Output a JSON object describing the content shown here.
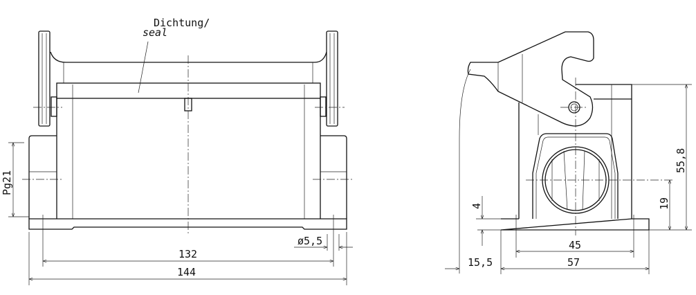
{
  "labels": {
    "seal_de": "Dichtung/",
    "seal_en": "seal",
    "thread": "Pg21",
    "hole_dia": "ø5,5",
    "width_holes": "132",
    "width_total": "144",
    "height_total": "55,8",
    "height_entry": "19",
    "base_thickness": "4",
    "side_holes": "45",
    "side_width": "57",
    "lever_offset": "15,5"
  },
  "colors": {
    "line": "#111111",
    "background": "#ffffff"
  }
}
